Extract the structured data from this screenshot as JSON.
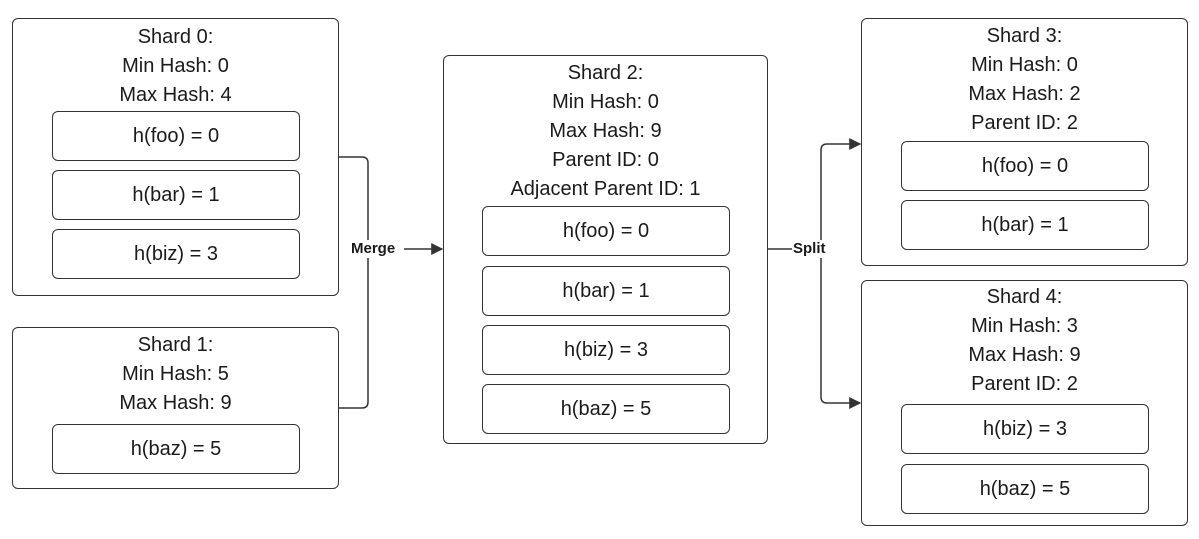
{
  "shard0": {
    "title": "Shard 0:",
    "min_hash": "Min Hash: 0",
    "max_hash": "Max Hash: 4",
    "entries": [
      "h(foo) = 0",
      "h(bar) = 1",
      "h(biz) = 3"
    ]
  },
  "shard1": {
    "title": "Shard 1:",
    "min_hash": "Min Hash: 5",
    "max_hash": "Max Hash: 9",
    "entries": [
      "h(baz) = 5"
    ]
  },
  "shard2": {
    "title": "Shard 2:",
    "min_hash": "Min Hash: 0",
    "max_hash": "Max Hash: 9",
    "parent_id": "Parent ID: 0",
    "adjacent_parent_id": "Adjacent Parent ID: 1",
    "entries": [
      "h(foo) = 0",
      "h(bar) = 1",
      "h(biz) = 3",
      "h(baz) = 5"
    ]
  },
  "shard3": {
    "title": "Shard 3:",
    "min_hash": "Min Hash: 0",
    "max_hash": "Max Hash: 2",
    "parent_id": "Parent ID: 2",
    "entries": [
      "h(foo) = 0",
      "h(bar) = 1"
    ]
  },
  "shard4": {
    "title": "Shard 4:",
    "min_hash": "Min Hash: 3",
    "max_hash": "Max Hash: 9",
    "parent_id": "Parent ID: 2",
    "entries": [
      "h(biz) = 3",
      "h(baz) = 5"
    ]
  },
  "operations": {
    "merge": "Merge",
    "split": "Split"
  }
}
